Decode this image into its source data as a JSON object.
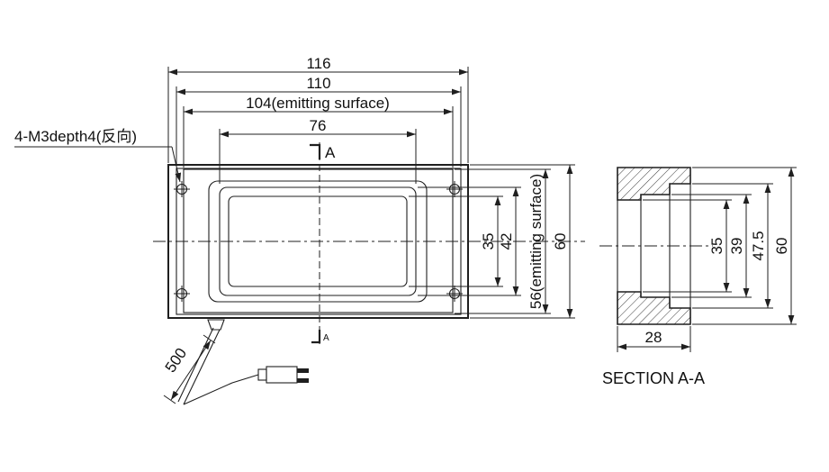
{
  "colors": {
    "background": "#ffffff",
    "line": "#1f1f1f"
  },
  "annotations": {
    "mounting_note": "4-M3depth4(反向)",
    "cable_length": "500",
    "section_marker_top": "A",
    "section_marker_bottom": "A"
  },
  "front_view": {
    "dim_overall_width": "116",
    "dim_body_width": "110",
    "dim_emitting_width": "104(emitting surface)",
    "dim_window_width": "76",
    "dim_window_height": "35",
    "dim_bezel_height": "42",
    "dim_emitting_height": "56(emitting surface)",
    "dim_overall_height": "60"
  },
  "section_view": {
    "title": "SECTION A-A",
    "dim_opening_height": "35",
    "dim_inner_height": "39",
    "dim_cavity_height": "47.5",
    "dim_overall_height": "60",
    "dim_depth": "28"
  }
}
